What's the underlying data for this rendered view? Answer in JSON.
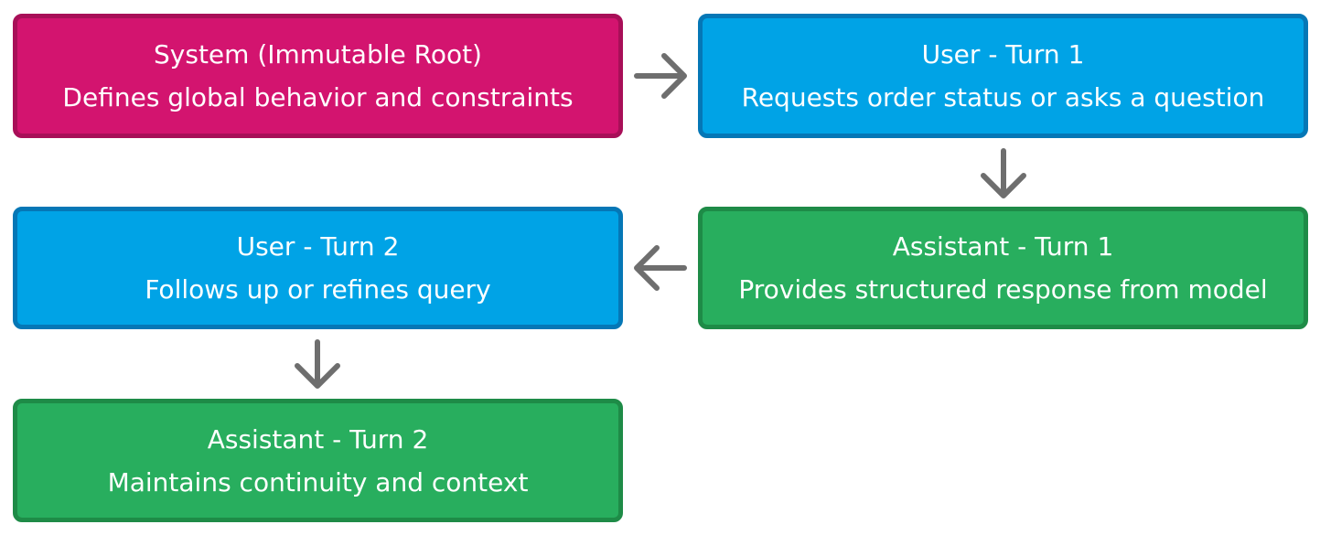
{
  "nodes": {
    "system": {
      "title": "System (Immutable Root)",
      "desc": "Defines global behavior and constraints"
    },
    "user_turn_1": {
      "title": "User - Turn 1",
      "desc": "Requests order status or asks a question"
    },
    "assistant_turn_1": {
      "title": "Assistant - Turn 1",
      "desc": "Provides structured response from model"
    },
    "user_turn_2": {
      "title": "User - Turn 2",
      "desc": "Follows up or refines query"
    },
    "assistant_turn_2": {
      "title": "Assistant - Turn 2",
      "desc": "Maintains continuity and context"
    }
  },
  "edges": [
    {
      "from": "system",
      "to": "user_turn_1",
      "icon": "arrow-right-icon"
    },
    {
      "from": "user_turn_1",
      "to": "assistant_turn_1",
      "icon": "arrow-down-icon"
    },
    {
      "from": "assistant_turn_1",
      "to": "user_turn_2",
      "icon": "arrow-left-icon"
    },
    {
      "from": "user_turn_2",
      "to": "assistant_turn_2",
      "icon": "arrow-down-icon"
    }
  ],
  "colors": {
    "system_fill": "#d3146f",
    "system_border": "#a80f58",
    "user_fill": "#00a3e6",
    "user_border": "#0577b6",
    "assistant_fill": "#28ae5e",
    "assistant_border": "#1e8b47",
    "arrow": "#6e6e6e",
    "text": "#ffffff",
    "background": "#ffffff"
  }
}
